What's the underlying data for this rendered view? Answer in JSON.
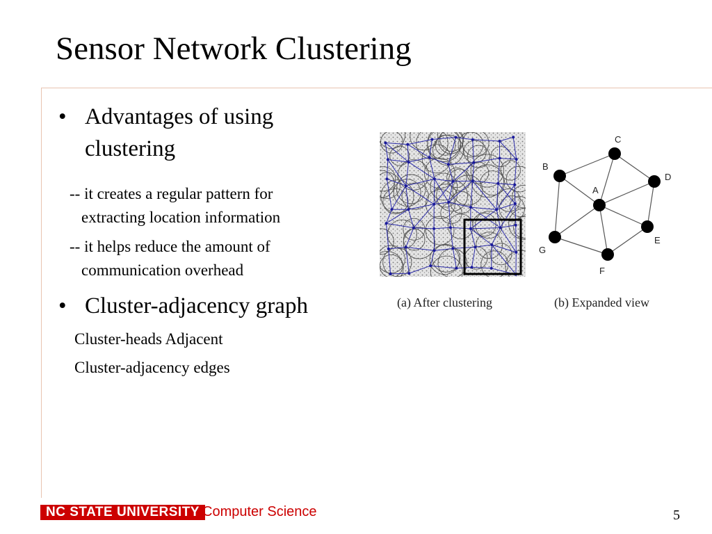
{
  "slide": {
    "title": "Sensor Network Clustering",
    "bullets": [
      {
        "marker": "•",
        "text_lines": [
          "Advantages of using",
          "clustering"
        ]
      },
      {
        "marker": "•",
        "text_lines": [
          "Cluster-adjacency graph"
        ]
      }
    ],
    "sub_points": [
      [
        "-- it creates a regular pattern for",
        "extracting  location information"
      ],
      [
        "-- it helps reduce the amount of",
        "communication overhead"
      ]
    ],
    "cluster_lines": [
      "Cluster-heads Adjacent",
      "Cluster-adjacency edges"
    ]
  },
  "figure": {
    "caption_a": "(a) After clustering",
    "caption_b": "(b) Expanded view",
    "node_labels": [
      "A",
      "B",
      "C",
      "D",
      "E",
      "F",
      "G"
    ]
  },
  "footer": {
    "university": "NC STATE UNIVERSITY",
    "department": "Computer Science",
    "page_number": "5"
  },
  "colors": {
    "accent": "#cc0000",
    "rule": "#e8c3b0",
    "graph_edge": "#2a2aa8"
  }
}
